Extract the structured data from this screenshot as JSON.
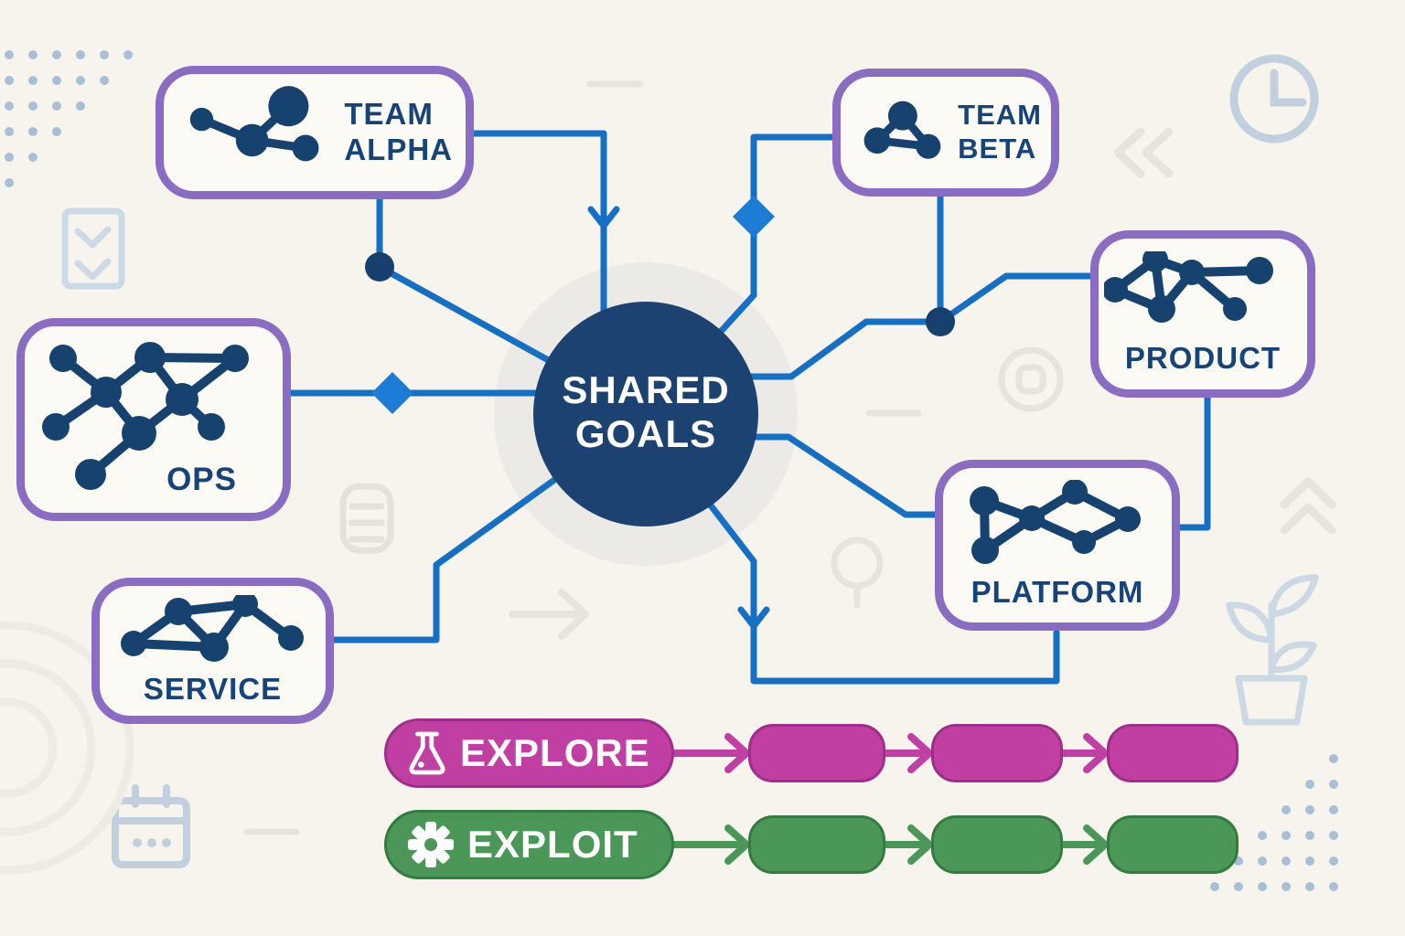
{
  "title": "Shared goals team network diagram",
  "center": {
    "label": "SHARED\nGOALS",
    "fill": "#1c4271",
    "text_color": "#ffffff"
  },
  "teams": [
    {
      "id": "team-alpha",
      "label": "TEAM\nALPHA",
      "icon": "network-graph-icon"
    },
    {
      "id": "team-beta",
      "label": "TEAM\nBETA",
      "icon": "network-triangle-icon"
    },
    {
      "id": "ops",
      "label": "OPS",
      "icon": "network-mesh-icon"
    },
    {
      "id": "product",
      "label": "PRODUCT",
      "icon": "network-graph-icon"
    },
    {
      "id": "platform",
      "label": "PLATFORM",
      "icon": "network-graph-icon"
    },
    {
      "id": "service",
      "label": "SERVICE",
      "icon": "network-graph-icon"
    }
  ],
  "flows": [
    {
      "id": "explore",
      "label": "EXPLORE",
      "icon": "flask-icon",
      "color": "#c13ea3",
      "blank_steps": 3
    },
    {
      "id": "exploit",
      "label": "EXPLOIT",
      "icon": "gear-icon",
      "color": "#4a9758",
      "blank_steps": 3
    }
  ],
  "connectors": {
    "color": "#146fc5",
    "diamond_color": "#1d7cd6",
    "junction_dot_color": "#17406e",
    "diamond_count": 2,
    "junction_dot_count": 2,
    "down_arrow_count": 2
  },
  "decorations": [
    "dot-grid-top-left",
    "checklist-icon",
    "clock-icon",
    "chevrons-left-icon",
    "coin-icon",
    "battery-icon",
    "arrow-right-icon",
    "magnifier-icon",
    "chevrons-up-icon",
    "plant-icon",
    "calendar-icon",
    "concentric-circles",
    "dot-grid-bottom-right",
    "dash-marks"
  ],
  "colors": {
    "background": "#f6f4ec",
    "box_border_purple": "#8a6cc3",
    "box_fill": "#fcfaf4",
    "navy": "#17406e",
    "label_navy": "#15437a",
    "connector_blue": "#146fc5",
    "halo_gray": "#ebeae6",
    "decor_light_blue": "#c2cfdf",
    "decor_dot_blue": "#a9bfd6",
    "decor_faint_gray": "#e7e4dc"
  }
}
